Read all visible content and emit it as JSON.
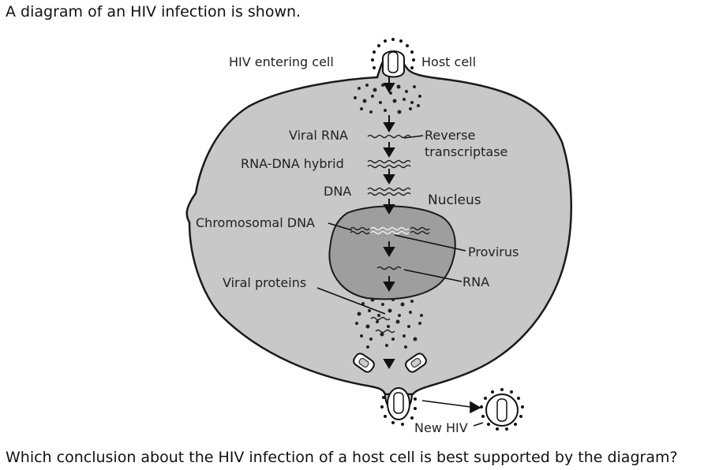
{
  "prompt": "A diagram of an HIV infection is shown.",
  "question": "Which conclusion about the HIV infection of a host cell is best supported by the diagram?",
  "diagram": {
    "labels": {
      "hiv_entering": "HIV entering cell",
      "host_cell": "Host cell",
      "viral_rna": "Viral RNA",
      "reverse_transcriptase_1": "Reverse",
      "reverse_transcriptase_2": "transcriptase",
      "rna_dna_hybrid": "RNA-DNA hybrid",
      "dna": "DNA",
      "nucleus": "Nucleus",
      "chromosomal_dna": "Chromosomal DNA",
      "provirus": "Provirus",
      "viral_proteins": "Viral proteins",
      "rna": "RNA",
      "new_hiv": "New HIV"
    },
    "colors": {
      "cell_fill": "#c8c8c8",
      "nucleus_fill": "#9e9e9e",
      "outline": "#1a1a1a"
    }
  }
}
